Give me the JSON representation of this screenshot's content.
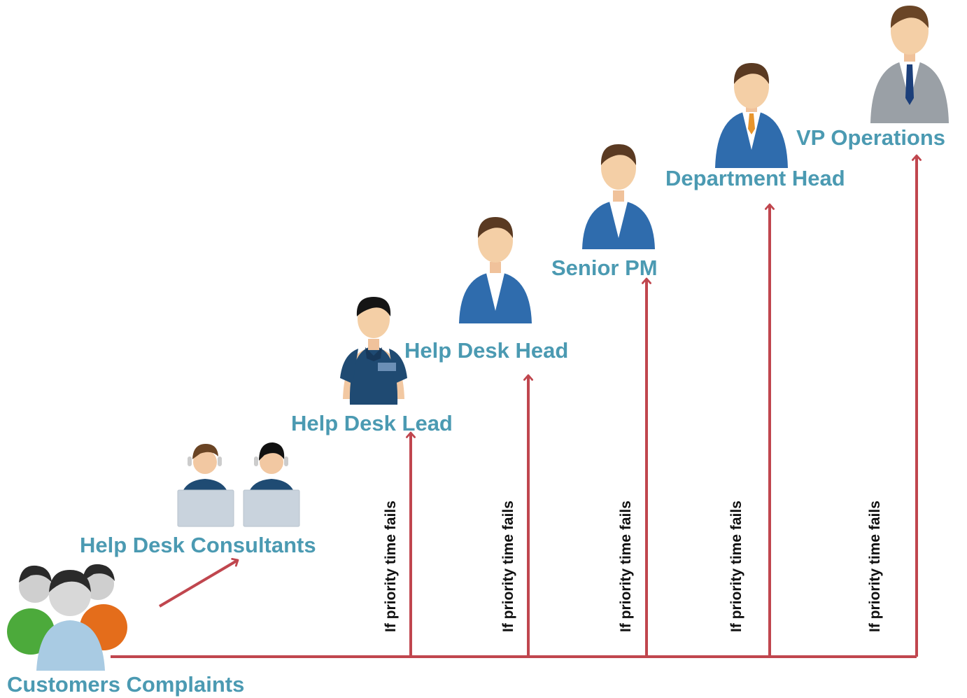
{
  "colors": {
    "arrow": "#c0464e",
    "label": "#4b9ab2",
    "suit_blue": "#2f6cad",
    "suit_grey": "#9aa0a6",
    "skin": "#f4cfa6",
    "hair": "#5a3a22",
    "polo": "#214a73"
  },
  "nodes": [
    {
      "id": "customers",
      "label": "Customers Complaints",
      "icon": "group-of-users-icon"
    },
    {
      "id": "consultants",
      "label": "Help Desk Consultants",
      "icon": "consultants-with-headsets-icon"
    },
    {
      "id": "lead",
      "label": "Help Desk Lead",
      "icon": "help-desk-lead-person-icon"
    },
    {
      "id": "head",
      "label": "Help Desk Head",
      "icon": "businessman-icon"
    },
    {
      "id": "spm",
      "label": "Senior PM",
      "icon": "businessman-icon"
    },
    {
      "id": "dept",
      "label": "Department Head",
      "icon": "businessman-with-tie-icon"
    },
    {
      "id": "vp",
      "label": "VP Operations",
      "icon": "executive-grey-suit-icon"
    }
  ],
  "escalations": [
    {
      "to": "lead",
      "condition": "If priority time fails"
    },
    {
      "to": "head",
      "condition": "If priority time fails"
    },
    {
      "to": "spm",
      "condition": "If priority time fails"
    },
    {
      "to": "dept",
      "condition": "If priority time fails"
    },
    {
      "to": "vp",
      "condition": "If priority time fails"
    }
  ]
}
